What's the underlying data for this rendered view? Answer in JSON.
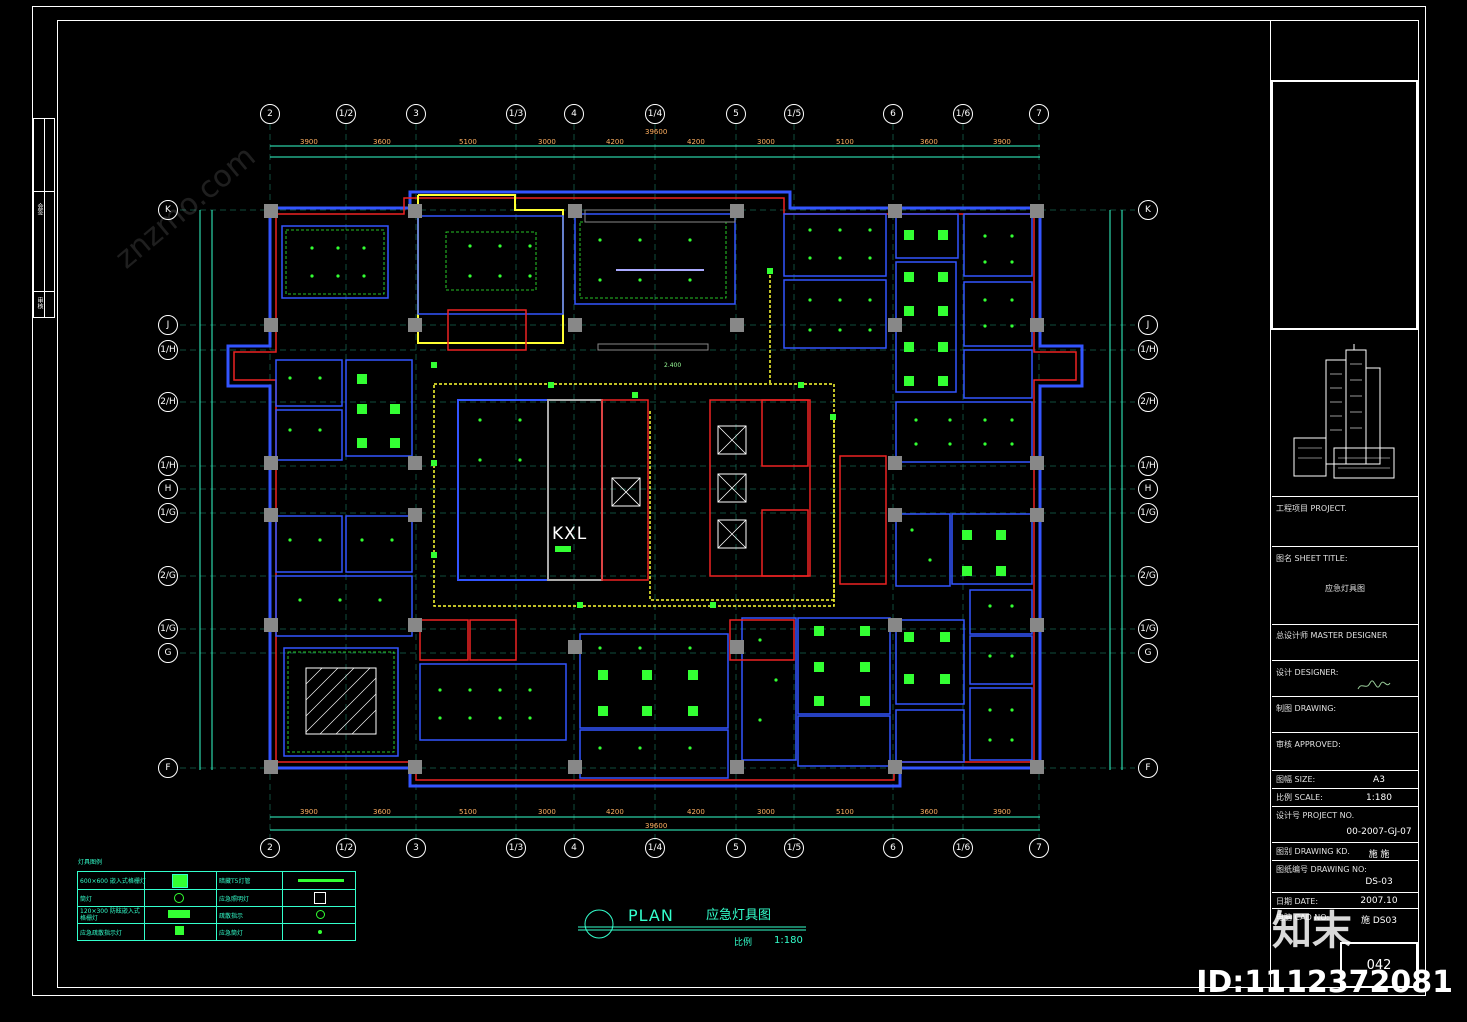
{
  "axes_top": [
    "2",
    "1/2",
    "3",
    "1/3",
    "4",
    "1/4",
    "5",
    "1/5",
    "6",
    "1/6",
    "7"
  ],
  "axes_side": [
    "K",
    "J",
    "1/H",
    "2/H",
    "1/H",
    "H",
    "1/G",
    "2/G",
    "1/G",
    "G",
    "F"
  ],
  "dims_top": [
    "3900",
    "3600",
    "5100",
    "3000",
    "4200",
    "4200",
    "3000",
    "5100",
    "3600",
    "3900"
  ],
  "dims_bottom": [
    "3900",
    "3600",
    "5100",
    "3000",
    "4200",
    "4200",
    "3000",
    "5100",
    "3600",
    "3900"
  ],
  "total_dim_top": "39600",
  "total_dim_bottom": "39600",
  "plan_label": "KXL",
  "room_tag": "2.400",
  "title": {
    "plan_word": "PLAN",
    "plan_name": "应急灯具图",
    "scale_label": "比例",
    "scale_value": "1:180"
  },
  "legend": {
    "heading": "灯具图例",
    "rows": [
      {
        "left": "600×600 嵌入式格栅灯",
        "right": "暗藏T5灯管"
      },
      {
        "left": "筒灯",
        "right": "应急照明灯"
      },
      {
        "left": "120×300 防眩嵌入式格栅灯",
        "right": "疏散指示"
      },
      {
        "left": "应急疏散指示灯",
        "right": "应急筒灯"
      }
    ]
  },
  "title_block": {
    "project_label": "工程项目 PROJECT.",
    "sheet_title_label": "图名 SHEET TITLE:",
    "sheet_title_value": "应急灯具图",
    "master_designer_label": "总设计师 MASTER DESIGNER",
    "designer_label": "设计 DESIGNER:",
    "drawing_label": "制图 DRAWING:",
    "approved_label": "审核 APPROVED:",
    "size_label": "图幅 SIZE:",
    "size_value": "A3",
    "scale_label": "比例 SCALE:",
    "scale_value": "1:180",
    "project_no_label": "设计号 PROJECT NO.",
    "project_no_value": "00-2007-GJ-07",
    "drawing_kd_label": "图别 DRAWING KD.",
    "drawing_kd_value": "施 施",
    "drawing_no_label": "图纸编号 DRAWING NO:",
    "drawing_no_value": "DS-03",
    "date_label": "日期 DATE:",
    "date_value": "2007.10",
    "cad_label": "电脑 CAD NO:",
    "cad_value": "施 DS03",
    "sheet_number": "042"
  },
  "left_strip": [
    "会签",
    "审核"
  ],
  "watermark": "知末",
  "site_watermark": "znzmo.com",
  "id_text": "ID:1112372081"
}
